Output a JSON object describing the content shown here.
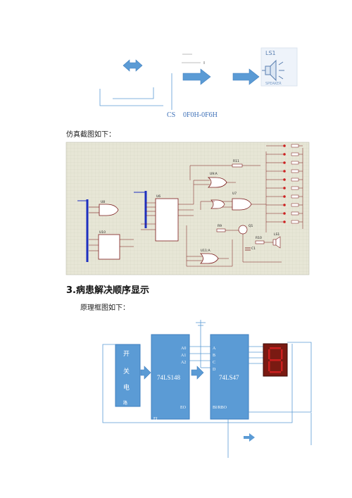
{
  "top": {
    "cs_label": "CS",
    "address_range": "0F0H-0F6H",
    "speaker": {
      "name": "LS1",
      "caption": "SPEAKER"
    }
  },
  "section_simulation": {
    "caption": "仿真截图如下："
  },
  "schematic": {
    "labels": {
      "u8": "U8",
      "u6": "U6",
      "u10": "U10",
      "u7": "U7",
      "u9a": "U9:A",
      "u11a": "U11:A",
      "r11": "R11",
      "r10": "R10",
      "q1": "Q1",
      "ls1": "LS1",
      "c1": "C1",
      "r9": "R9"
    }
  },
  "section3": {
    "number": "3.",
    "title": "病患解决顺序显示"
  },
  "block_diagram": {
    "caption": "原理框图如下：",
    "switch_block": [
      "开",
      "关",
      "电",
      "路"
    ],
    "encoder": "74LS148",
    "decoder": "74LS47",
    "encoder_outputs": [
      "A0",
      "A1",
      "A2"
    ],
    "decoder_inputs": [
      "A",
      "B",
      "C",
      "D"
    ],
    "encoder_bottom": "EO",
    "encoder_ei": "EI",
    "decoder_bottom": "BI/RBO"
  },
  "colors": {
    "accent_blue": "#5b9bd5",
    "schematic_bg": "#e7e6d6",
    "grid": "#cfcfbf",
    "bus_blue": "#1d2fc0",
    "led_red": "#cc1f1f",
    "display_bg": "#7a1a12"
  }
}
